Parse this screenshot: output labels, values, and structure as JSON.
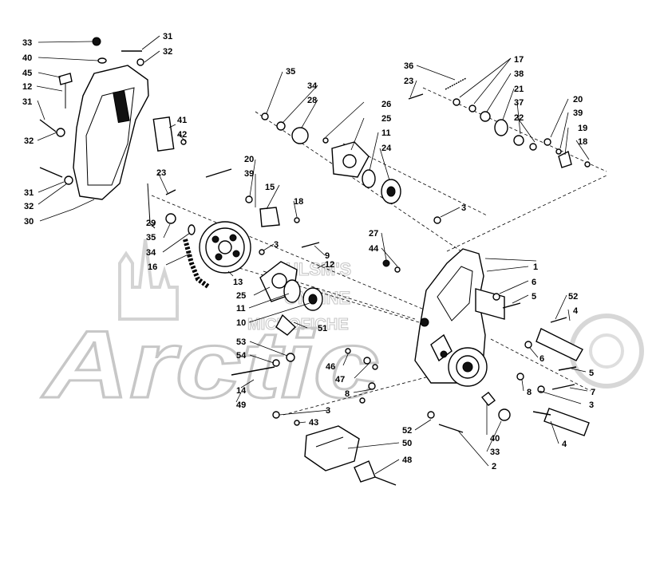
{
  "watermark": {
    "line1": "HLSM'S",
    "line2": "ONLINE",
    "line3": "MICROFICHE",
    "brand": "Arctic"
  },
  "callouts": [
    {
      "id": "c33a",
      "text": "33"
    },
    {
      "id": "c31a",
      "text": "31"
    },
    {
      "id": "c32a",
      "text": "32"
    },
    {
      "id": "c40a",
      "text": "40"
    },
    {
      "id": "c45",
      "text": "45"
    },
    {
      "id": "c12a",
      "text": "12"
    },
    {
      "id": "c31b",
      "text": "31"
    },
    {
      "id": "c32b",
      "text": "32"
    },
    {
      "id": "c41",
      "text": "41"
    },
    {
      "id": "c42",
      "text": "42"
    },
    {
      "id": "c31c",
      "text": "31"
    },
    {
      "id": "c32c",
      "text": "32"
    },
    {
      "id": "c30",
      "text": "30"
    },
    {
      "id": "c23a",
      "text": "23"
    },
    {
      "id": "c29",
      "text": "29"
    },
    {
      "id": "c35a",
      "text": "35"
    },
    {
      "id": "c34a",
      "text": "34"
    },
    {
      "id": "c16",
      "text": "16"
    },
    {
      "id": "c13",
      "text": "13"
    },
    {
      "id": "c20a",
      "text": "20"
    },
    {
      "id": "c39a",
      "text": "39"
    },
    {
      "id": "c15",
      "text": "15"
    },
    {
      "id": "c18a",
      "text": "18"
    },
    {
      "id": "c3a",
      "text": "3"
    },
    {
      "id": "c9",
      "text": "9"
    },
    {
      "id": "c12b",
      "text": "12"
    },
    {
      "id": "c25a",
      "text": "25"
    },
    {
      "id": "c11a",
      "text": "11"
    },
    {
      "id": "c10",
      "text": "10"
    },
    {
      "id": "c51",
      "text": "51"
    },
    {
      "id": "c53",
      "text": "53"
    },
    {
      "id": "c54",
      "text": "54"
    },
    {
      "id": "c14",
      "text": "14"
    },
    {
      "id": "c49",
      "text": "49"
    },
    {
      "id": "c35b",
      "text": "35"
    },
    {
      "id": "c34b",
      "text": "34"
    },
    {
      "id": "c28",
      "text": "28"
    },
    {
      "id": "c26",
      "text": "26"
    },
    {
      "id": "c25b",
      "text": "25"
    },
    {
      "id": "c11b",
      "text": "11"
    },
    {
      "id": "c24",
      "text": "24"
    },
    {
      "id": "c36",
      "text": "36"
    },
    {
      "id": "c23b",
      "text": "23"
    },
    {
      "id": "c17",
      "text": "17"
    },
    {
      "id": "c38",
      "text": "38"
    },
    {
      "id": "c21",
      "text": "21"
    },
    {
      "id": "c37",
      "text": "37"
    },
    {
      "id": "c22",
      "text": "22"
    },
    {
      "id": "c20b",
      "text": "20"
    },
    {
      "id": "c39b",
      "text": "39"
    },
    {
      "id": "c19",
      "text": "19"
    },
    {
      "id": "c18b",
      "text": "18"
    },
    {
      "id": "c3b",
      "text": "3"
    },
    {
      "id": "c27",
      "text": "27"
    },
    {
      "id": "c44",
      "text": "44"
    },
    {
      "id": "c1",
      "text": "1"
    },
    {
      "id": "c6a",
      "text": "6"
    },
    {
      "id": "c5a",
      "text": "5"
    },
    {
      "id": "c52a",
      "text": "52"
    },
    {
      "id": "c4a",
      "text": "4"
    },
    {
      "id": "c46",
      "text": "46"
    },
    {
      "id": "c47",
      "text": "47"
    },
    {
      "id": "c8a",
      "text": "8"
    },
    {
      "id": "c6b",
      "text": "6"
    },
    {
      "id": "c5b",
      "text": "5"
    },
    {
      "id": "c8b",
      "text": "8"
    },
    {
      "id": "c7",
      "text": "7"
    },
    {
      "id": "c3c",
      "text": "3"
    },
    {
      "id": "c3d",
      "text": "3"
    },
    {
      "id": "c43",
      "text": "43"
    },
    {
      "id": "c52b",
      "text": "52"
    },
    {
      "id": "c50",
      "text": "50"
    },
    {
      "id": "c48",
      "text": "48"
    },
    {
      "id": "c40b",
      "text": "40"
    },
    {
      "id": "c33b",
      "text": "33"
    },
    {
      "id": "c2",
      "text": "2"
    },
    {
      "id": "c4b",
      "text": "4"
    }
  ]
}
